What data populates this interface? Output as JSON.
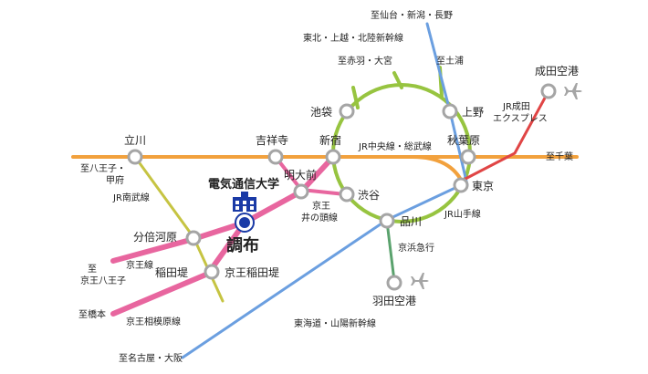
{
  "colors": {
    "yamanote": "#97c440",
    "chuo": "#f2a13d",
    "shinkansen": "#6b9fe0",
    "keio": "#e8669f",
    "nambu": "#c6c442",
    "narita_express": "#e04545",
    "keikyu": "#5aa26d",
    "station_ring": "#a5a5a5",
    "university": "#1a3aa6",
    "text": "#222222"
  },
  "university": {
    "name": "電気通信大学",
    "station": "調布",
    "icon": "school-building-icon"
  },
  "stations": {
    "tachikawa": "立川",
    "kichijoji": "吉祥寺",
    "shinjuku": "新宿",
    "ikebukuro": "池袋",
    "ueno": "上野",
    "akihabara": "秋葉原",
    "tokyo": "東京",
    "shinagawa": "品川",
    "shibuya": "渋谷",
    "meidaimae": "明大前",
    "bubaigawara": "分倍河原",
    "inadazutsumi": "稲田堤",
    "keio_inadazutsumi": "京王稲田堤",
    "narita_airport": "成田空港",
    "haneda_airport": "羽田空港"
  },
  "destinations": {
    "sendai_niigata_nagano": "至仙台・新潟・長野",
    "akabane_omiya": "至赤羽・大宮",
    "tsuchiura": "至土浦",
    "chiba": "至千葉",
    "hachioji_line1": "至八王子・",
    "hachioji_line2": "甲府",
    "keio_hachioji_line1": "至",
    "keio_hachioji_line2": "京王八王子",
    "hashimoto": "至橋本",
    "nagoya_osaka": "至名古屋・大阪"
  },
  "lines": {
    "tohoku_shinkansen": "東北・上越・北陸新幹線",
    "jr_chuo_sobu": "JR中央線・総武線",
    "jr_narita_express_line1": "JR成田",
    "jr_narita_express_line2": "エクスプレス",
    "jr_nambu": "JR南武線",
    "keio_inokashira_line1": "京王",
    "keio_inokashira_line2": "井の頭線",
    "jr_yamanote": "JR山手線",
    "keikyu": "京浜急行",
    "keio": "京王線",
    "keio_sagamihara": "京王相模原線",
    "tokaido_sanyo_shinkansen": "東海道・山陽新幹線"
  },
  "icons": {
    "narita_plane": "airplane-icon",
    "haneda_plane": "airplane-icon"
  }
}
